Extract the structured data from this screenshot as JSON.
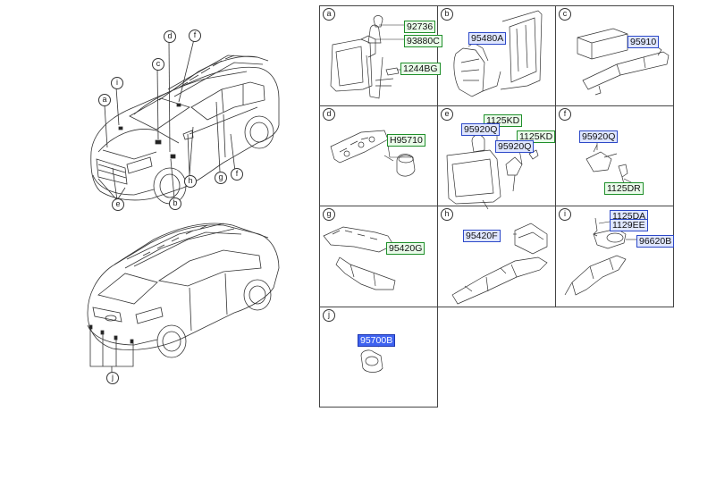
{
  "callouts_top": {
    "a": "a",
    "b": "b",
    "c": "c",
    "d": "d",
    "e": "e",
    "f": "f",
    "g": "g",
    "h": "h",
    "i": "i"
  },
  "callouts_bottom": {
    "j": "j"
  },
  "cells": {
    "a": {
      "letter": "a",
      "parts": [
        "92736",
        "93880C",
        "1244BG"
      ]
    },
    "b": {
      "letter": "b",
      "parts": [
        "95480A"
      ]
    },
    "c": {
      "letter": "c",
      "parts": [
        "95910"
      ]
    },
    "d": {
      "letter": "d",
      "parts": [
        "H95710"
      ]
    },
    "e": {
      "letter": "e",
      "parts": [
        "1125KD",
        "95920Q",
        "1125KD",
        "95920Q"
      ]
    },
    "f": {
      "letter": "f",
      "parts": [
        "95920Q",
        "1125DR"
      ]
    },
    "g": {
      "letter": "g",
      "parts": [
        "95420G"
      ]
    },
    "h": {
      "letter": "h",
      "parts": [
        "95420F"
      ]
    },
    "i": {
      "letter": "i",
      "parts": [
        "1125DA",
        "1129EE",
        "96620B"
      ]
    },
    "j": {
      "letter": "j",
      "parts": [
        "95700B"
      ]
    }
  },
  "colors": {
    "green_label": "#1f8f2a",
    "blue_label": "#2d49c8",
    "highlight": "#3f63f0",
    "line": "#333333"
  }
}
